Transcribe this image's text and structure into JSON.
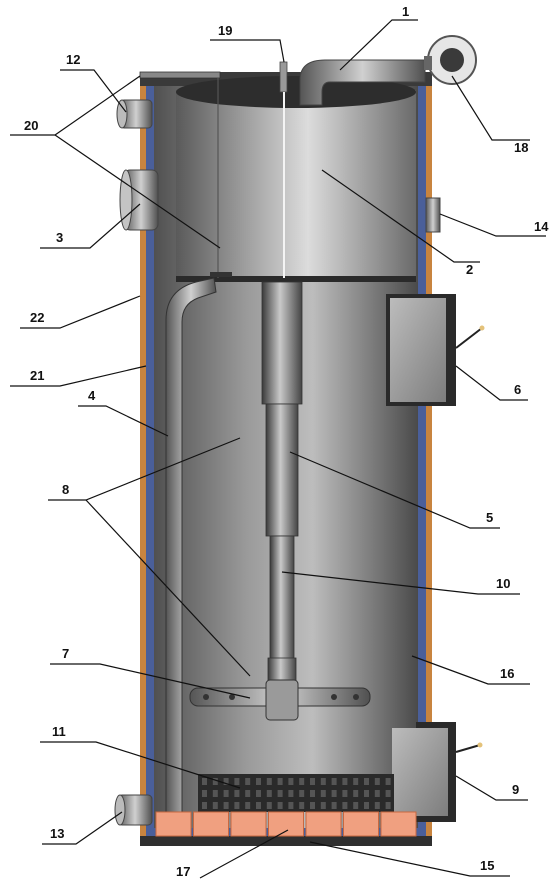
{
  "labels": [
    {
      "id": "1",
      "text": "1"
    },
    {
      "id": "2",
      "text": "2"
    },
    {
      "id": "3",
      "text": "3"
    },
    {
      "id": "4",
      "text": "4"
    },
    {
      "id": "5",
      "text": "5"
    },
    {
      "id": "6",
      "text": "6"
    },
    {
      "id": "7",
      "text": "7"
    },
    {
      "id": "8",
      "text": "8"
    },
    {
      "id": "9",
      "text": "9"
    },
    {
      "id": "10",
      "text": "10"
    },
    {
      "id": "11",
      "text": "11"
    },
    {
      "id": "12",
      "text": "12"
    },
    {
      "id": "13",
      "text": "13"
    },
    {
      "id": "14",
      "text": "14"
    },
    {
      "id": "15",
      "text": "15"
    },
    {
      "id": "16",
      "text": "16"
    },
    {
      "id": "17",
      "text": "17"
    },
    {
      "id": "18",
      "text": "18"
    },
    {
      "id": "19",
      "text": "19"
    },
    {
      "id": "20",
      "text": "20"
    },
    {
      "id": "21",
      "text": "21"
    },
    {
      "id": "22",
      "text": "22"
    }
  ],
  "colors": {
    "insulation": "#c8843f",
    "water_jacket": "#4a5f9a",
    "steel_dark": "#3c3c3c",
    "steel_mid": "#8a8a8a",
    "steel_light": "#d8d8d8",
    "firebrick": "#f0a080"
  }
}
